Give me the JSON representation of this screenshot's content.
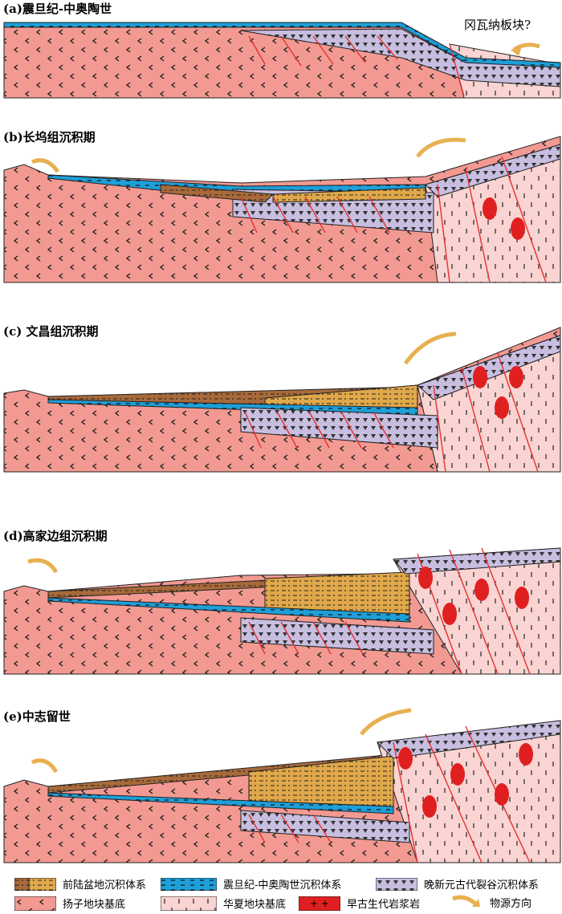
{
  "panels": [
    {
      "label": "(a)震旦纪-中奥陶世",
      "annotation": "冈瓦纳板块?"
    },
    {
      "label": "(b)长坞组沉积期"
    },
    {
      "label": "(c) 文昌组沉积期"
    },
    {
      "label": "(d)高家边组沉积期"
    },
    {
      "label": "(e)中志留世"
    }
  ],
  "legend": [
    {
      "label": "前陆盆地沉积体系",
      "swatch": "foreland"
    },
    {
      "label": "震旦纪-中奥陶世沉积体系",
      "swatch": "sinian"
    },
    {
      "label": "晚新元古代裂谷沉积体系",
      "swatch": "rift"
    },
    {
      "label": "扬子地块基底",
      "swatch": "yangtze"
    },
    {
      "label": "华夏地块基底",
      "swatch": "cathaysia"
    },
    {
      "label": "早古生代岩浆岩",
      "swatch": "magma"
    },
    {
      "label": "物源方向",
      "swatch": "arrow"
    }
  ],
  "colors": {
    "yangtze": "#f29a92",
    "cathaysia": "#f9d4d2",
    "rift": "#c7bee0",
    "sinian": "#1e9fd8",
    "foreland_light": "#e0a84a",
    "foreland_dark": "#a86a3a",
    "magma": "#e02020",
    "fault": "#e63030",
    "arrow": "#e8b050"
  }
}
